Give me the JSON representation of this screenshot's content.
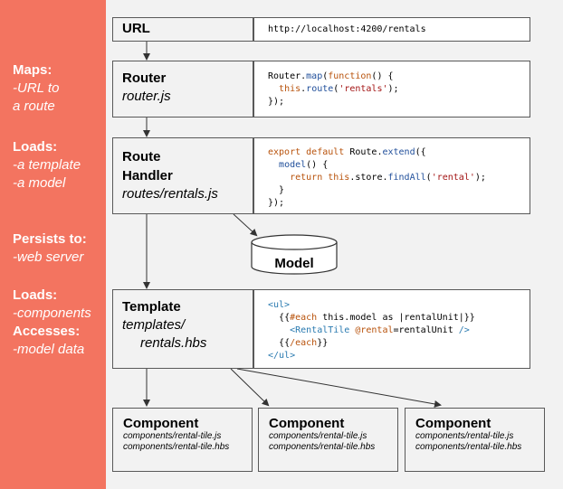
{
  "sidebar": {
    "maps_heading": "Maps:",
    "maps_line1": "-URL to",
    "maps_line2": "a route",
    "loads_heading": "Loads:",
    "loads_line1": "-a template",
    "loads_line2": "-a model",
    "persists_heading": "Persists to:",
    "persists_line1": "-web server",
    "loads2_heading": "Loads:",
    "loads2_line1": "-components",
    "accesses_heading": "Accesses:",
    "accesses_line1": "-model data"
  },
  "url": {
    "label": "URL",
    "value": "http://localhost:4200/rentals"
  },
  "router": {
    "title": "Router",
    "file": "router.js",
    "code": {
      "l1_a": "Router.",
      "l1_fn": "map",
      "l1_b": "(",
      "l1_kw": "function",
      "l1_c": "() {",
      "l2_kw": "this",
      "l2_a": ".",
      "l2_fn": "route",
      "l2_b": "(",
      "l2_st": "'rentals'",
      "l2_c": ");",
      "l3": "});"
    }
  },
  "route_handler": {
    "title_line1": "Route",
    "title_line2": "Handler",
    "file": "routes/rentals.js",
    "code": {
      "l1_kw1": "export",
      "l1_kw2": "default",
      "l1_a": "Route.",
      "l1_fn": "extend",
      "l1_b": "({",
      "l2_fn": "model",
      "l2_a": "() {",
      "l3_kw1": "return",
      "l3_kw2": "this",
      "l3_a": ".store.",
      "l3_fn": "findAll",
      "l3_b": "(",
      "l3_st": "'rental'",
      "l3_c": ");",
      "l4": "}",
      "l5": "});"
    }
  },
  "model": {
    "label": "Model"
  },
  "template": {
    "title": "Template",
    "file_line1": "templates/",
    "file_line2": "rentals.hbs",
    "code": {
      "l1": "<ul>",
      "l2_a": "{{",
      "l2_kw": "#each",
      "l2_b": " this.model as |rentalUnit|}}",
      "l3_tag": "<RentalTile",
      "l3_attr": " @rental",
      "l3_a": "=rentalUnit ",
      "l3_close": "/>",
      "l4_a": "{{",
      "l4_kw": "/each",
      "l4_b": "}}",
      "l5": "</ul>"
    }
  },
  "components": [
    {
      "title": "Component",
      "file1": "components/rental-tile.js",
      "file2": "components/rental-tile.hbs"
    },
    {
      "title": "Component",
      "file1": "components/rental-tile.js",
      "file2": "components/rental-tile.hbs"
    },
    {
      "title": "Component",
      "file1": "components/rental-tile.js",
      "file2": "components/rental-tile.hbs"
    }
  ]
}
